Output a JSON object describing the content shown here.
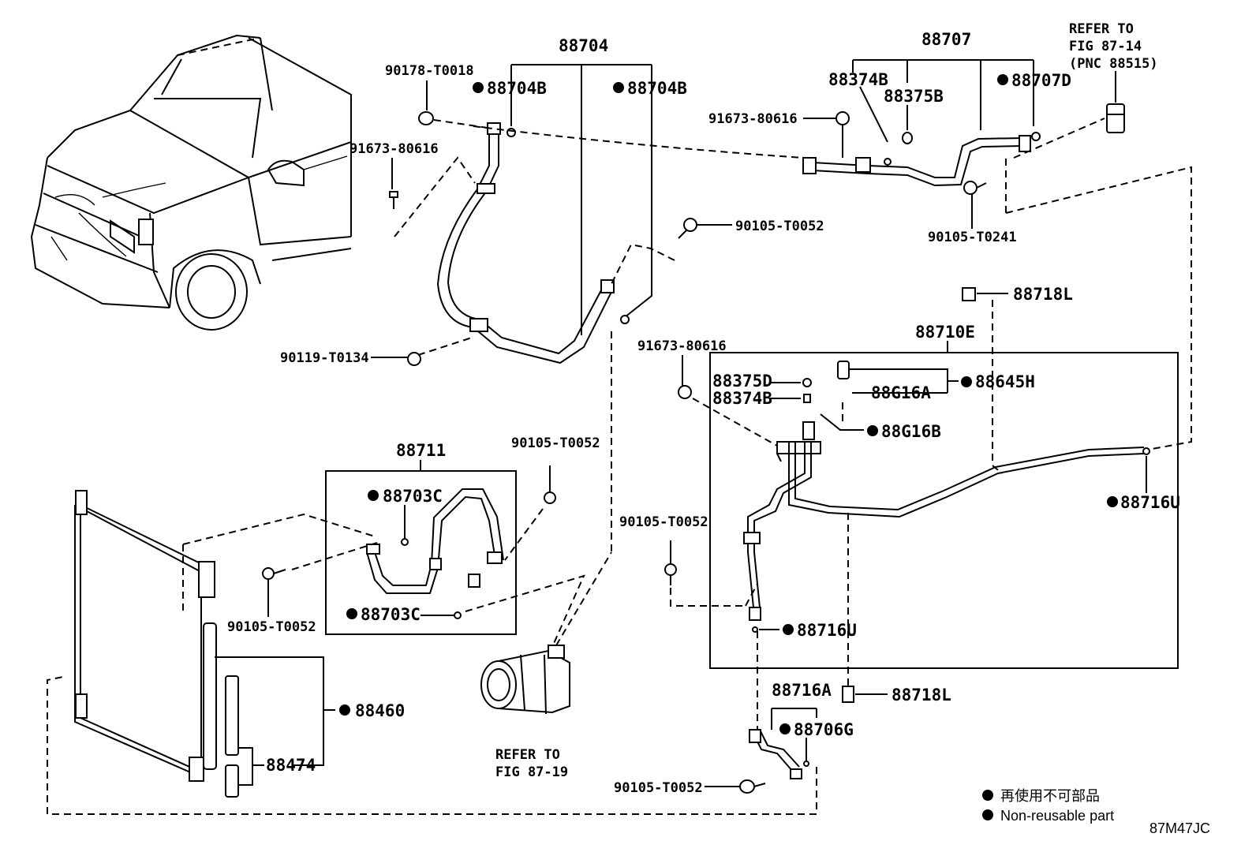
{
  "labels": {
    "p88704": "88704",
    "p90178": "90178-T0018",
    "p88704B_left": "88704B",
    "p88704B_right": "88704B",
    "p91673_top": "91673-80616",
    "p90105_t0052_top": "90105-T0052",
    "p90119": "90119-T0134",
    "p88707": "88707",
    "p88374B_top": "88374B",
    "p88375B": "88375B",
    "p88707D": "88707D",
    "p91673_right": "91673-80616",
    "p90105_t0241": "90105-T0241",
    "refer_fig_87_14_line1": "REFER TO",
    "refer_fig_87_14_line2": "FIG 87-14",
    "refer_fig_87_14_line3": "(PNC 88515)",
    "p88718L_top": "88718L",
    "p88710E": "88710E",
    "p91673_mid": "91673-80616",
    "p88375D": "88375D",
    "p88374B_mid": "88374B",
    "p88G16A": "88G16A",
    "p88645H": "88645H",
    "p88G16B": "88G16B",
    "p88716U_right": "88716U",
    "p90105_t0052_mid": "90105-T0052",
    "p88716U_low": "88716U",
    "p88718L_low": "88718L",
    "p88716A": "88716A",
    "p88706G": "88706G",
    "p90105_t0052_bottom": "90105-T0052",
    "p88711": "88711",
    "p88703C_top": "88703C",
    "p88703C_bottom": "88703C",
    "p90105_t0052_upper": "90105-T0052",
    "p90105_t0052_left": "90105-T0052",
    "p88460": "88460",
    "p88474": "88474",
    "refer_fig_87_19_line1": "REFER TO",
    "refer_fig_87_19_line2": "FIG 87-19"
  },
  "legend": {
    "non_reusable_jp": "再使用不可部品",
    "non_reusable_en": "Non-reusable part"
  },
  "figure_code": "87M47JC"
}
